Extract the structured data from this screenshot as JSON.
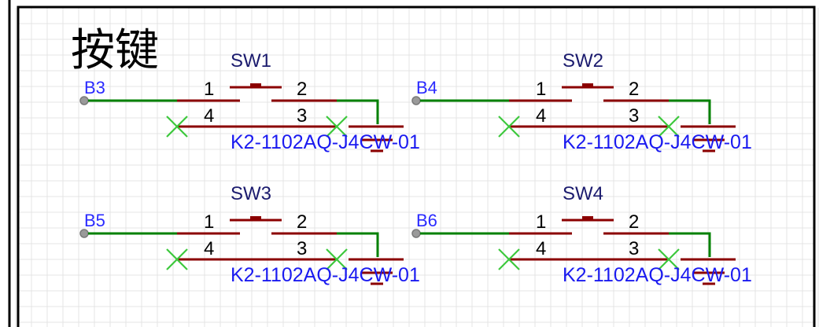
{
  "sheet": {
    "title": "按键"
  },
  "colors": {
    "wire": "#008000",
    "component": "#8b0000",
    "net_label": "#2a2aff",
    "part_number": "#1a1af0",
    "no_connect": "#3cc83c",
    "grid": "#e4e4e4"
  },
  "switches": [
    {
      "designator": "SW1",
      "net": "B3",
      "part_number": "K2-1102AQ-J4CW-01",
      "pins": [
        "1",
        "2",
        "4",
        "3"
      ]
    },
    {
      "designator": "SW2",
      "net": "B4",
      "part_number": "K2-1102AQ-J4CW-01",
      "pins": [
        "1",
        "2",
        "4",
        "3"
      ]
    },
    {
      "designator": "SW3",
      "net": "B5",
      "part_number": "K2-1102AQ-J4CW-01",
      "pins": [
        "1",
        "2",
        "4",
        "3"
      ]
    },
    {
      "designator": "SW4",
      "net": "B6",
      "part_number": "K2-1102AQ-J4CW-01",
      "pins": [
        "1",
        "2",
        "4",
        "3"
      ]
    }
  ]
}
